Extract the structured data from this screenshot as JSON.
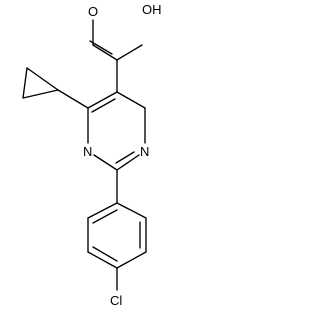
{
  "molecule": {
    "atoms": {
      "hydroxyl": "OH",
      "carbonyl_oxygen": "O",
      "ring_nitrogen_left": "N",
      "ring_nitrogen_right": "N",
      "chlorine": "Cl"
    }
  },
  "colors": {
    "bond": "#000000",
    "text": "#000000",
    "background": "#ffffff"
  }
}
